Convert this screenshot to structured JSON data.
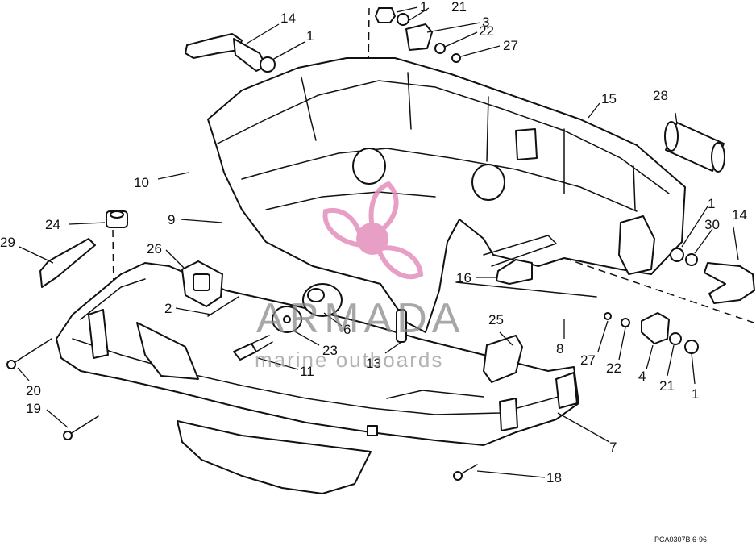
{
  "callouts": [
    {
      "id": "c1",
      "label": "1"
    },
    {
      "id": "c2",
      "label": "21"
    },
    {
      "id": "c3",
      "label": "3"
    },
    {
      "id": "c4",
      "label": "22"
    },
    {
      "id": "c5",
      "label": "27"
    },
    {
      "id": "c6",
      "label": "14"
    },
    {
      "id": "c7",
      "label": "1"
    },
    {
      "id": "c8",
      "label": "15"
    },
    {
      "id": "c9",
      "label": "28"
    },
    {
      "id": "c10",
      "label": "10"
    },
    {
      "id": "c11",
      "label": "9"
    },
    {
      "id": "c12",
      "label": "24"
    },
    {
      "id": "c13",
      "label": "29"
    },
    {
      "id": "c14",
      "label": "26"
    },
    {
      "id": "c15",
      "label": "2"
    },
    {
      "id": "c16",
      "label": "6"
    },
    {
      "id": "c17",
      "label": "23"
    },
    {
      "id": "c18",
      "label": "11"
    },
    {
      "id": "c19",
      "label": "13"
    },
    {
      "id": "c20",
      "label": "25"
    },
    {
      "id": "c21",
      "label": "16"
    },
    {
      "id": "c22",
      "label": "8"
    },
    {
      "id": "c23",
      "label": "1"
    },
    {
      "id": "c24",
      "label": "30"
    },
    {
      "id": "c25",
      "label": "14"
    },
    {
      "id": "c26",
      "label": "27"
    },
    {
      "id": "c27",
      "label": "22"
    },
    {
      "id": "c28",
      "label": "4"
    },
    {
      "id": "c29",
      "label": "21"
    },
    {
      "id": "c30",
      "label": "1"
    },
    {
      "id": "c31",
      "label": "20"
    },
    {
      "id": "c32",
      "label": "19"
    },
    {
      "id": "c33",
      "label": "7"
    },
    {
      "id": "c34",
      "label": "18"
    }
  ],
  "drawing_code": "PCA0307B   6-96",
  "watermark": {
    "brand": "ARMADA",
    "tagline": "marine outboards"
  },
  "colors": {
    "line": "#111111",
    "watermark_pink": "#e38fbd",
    "watermark_gray": "#8a8a8a"
  }
}
